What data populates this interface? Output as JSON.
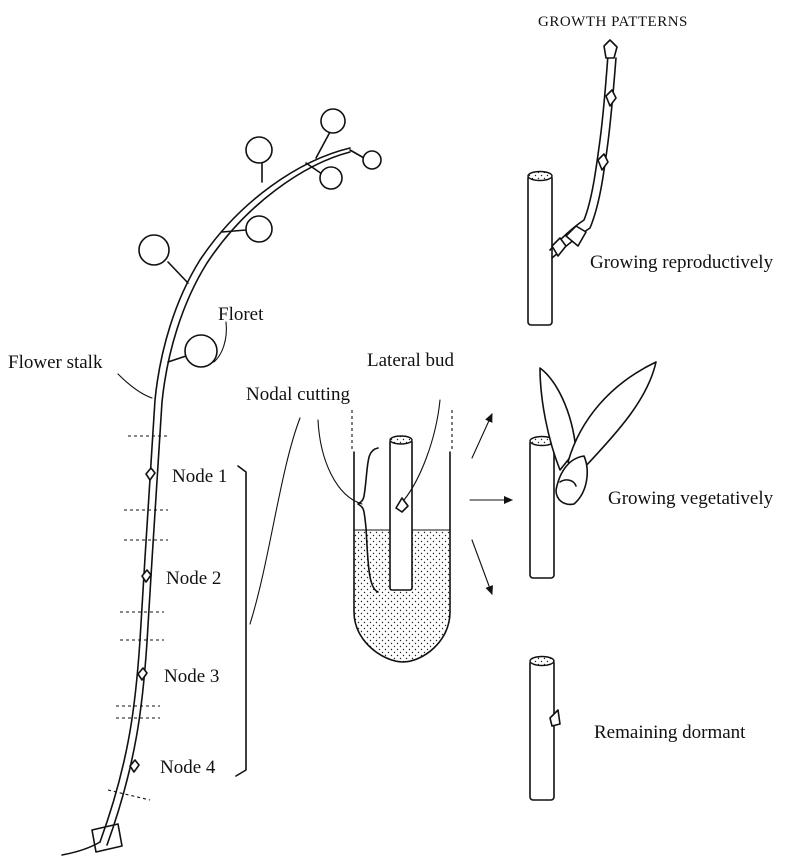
{
  "title": "Growth Patterns",
  "labels": {
    "floret": "Floret",
    "flower_stalk": "Flower stalk",
    "lateral_bud": "Lateral bud",
    "nodal_cutting": "Nodal cutting",
    "node_1": "Node 1",
    "node_2": "Node 2",
    "node_3": "Node 3",
    "node_4": "Node 4",
    "growing_reproductively": "Growing reproductively",
    "growing_vegetatively": "Growing vegetatively",
    "remaining_dormant": "Remaining dormant"
  }
}
